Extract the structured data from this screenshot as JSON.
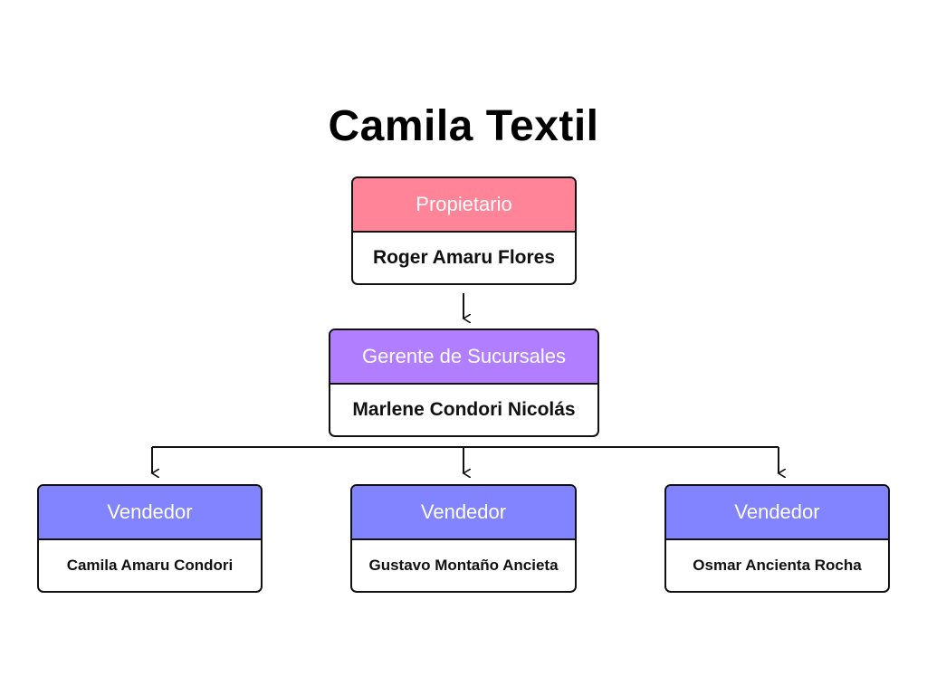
{
  "title": "Camila Textil",
  "colors": {
    "owner_header": "#FF8497",
    "manager_header": "#B07EFF",
    "seller_header": "#8283FF",
    "border": "#111111"
  },
  "nodes": {
    "owner": {
      "role": "Propietario",
      "name": "Roger Amaru Flores"
    },
    "manager": {
      "role": "Gerente de Sucursales",
      "name": "Marlene Condori Nicolás"
    },
    "sellers": [
      {
        "role": "Vendedor",
        "name": "Camila Amaru Condori"
      },
      {
        "role": "Vendedor",
        "name": "Gustavo Montaño Ancieta"
      },
      {
        "role": "Vendedor",
        "name": "Osmar Ancienta Rocha"
      }
    ]
  }
}
